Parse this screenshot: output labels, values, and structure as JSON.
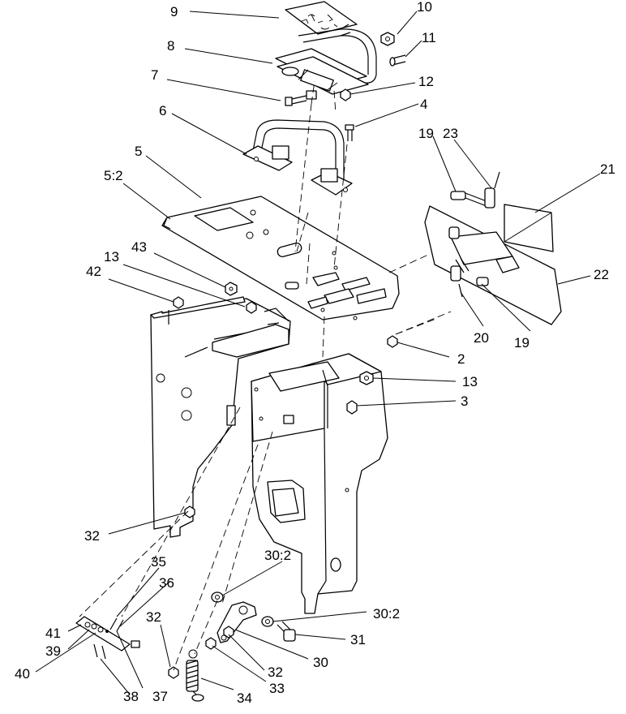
{
  "callouts": [
    {
      "id": "c9",
      "text": "9"
    },
    {
      "id": "c10",
      "text": "10"
    },
    {
      "id": "c8",
      "text": "8"
    },
    {
      "id": "c11",
      "text": "11"
    },
    {
      "id": "c7",
      "text": "7"
    },
    {
      "id": "c12",
      "text": "12"
    },
    {
      "id": "c4",
      "text": "4"
    },
    {
      "id": "c6",
      "text": "6"
    },
    {
      "id": "c19a",
      "text": "19"
    },
    {
      "id": "c23",
      "text": "23"
    },
    {
      "id": "c5",
      "text": "5"
    },
    {
      "id": "c21",
      "text": "21"
    },
    {
      "id": "c5_2",
      "text": "5:2"
    },
    {
      "id": "c43",
      "text": "43"
    },
    {
      "id": "c22",
      "text": "22"
    },
    {
      "id": "c13a",
      "text": "13"
    },
    {
      "id": "c42",
      "text": "42"
    },
    {
      "id": "c20",
      "text": "20"
    },
    {
      "id": "c19b",
      "text": "19"
    },
    {
      "id": "c2",
      "text": "2"
    },
    {
      "id": "c13b",
      "text": "13"
    },
    {
      "id": "c3",
      "text": "3"
    },
    {
      "id": "c32a",
      "text": "32"
    },
    {
      "id": "c30_2a",
      "text": "30:2"
    },
    {
      "id": "c35",
      "text": "35"
    },
    {
      "id": "c36",
      "text": "36"
    },
    {
      "id": "c32b",
      "text": "32"
    },
    {
      "id": "c30_2b",
      "text": "30:2"
    },
    {
      "id": "c41",
      "text": "41"
    },
    {
      "id": "c31",
      "text": "31"
    },
    {
      "id": "c39",
      "text": "39"
    },
    {
      "id": "c40",
      "text": "40"
    },
    {
      "id": "c32c",
      "text": "32"
    },
    {
      "id": "c30",
      "text": "30"
    },
    {
      "id": "c33",
      "text": "33"
    },
    {
      "id": "c38",
      "text": "38"
    },
    {
      "id": "c37",
      "text": "37"
    },
    {
      "id": "c34",
      "text": "34"
    }
  ],
  "colors": {
    "line": "#000000",
    "background": "#ffffff"
  }
}
